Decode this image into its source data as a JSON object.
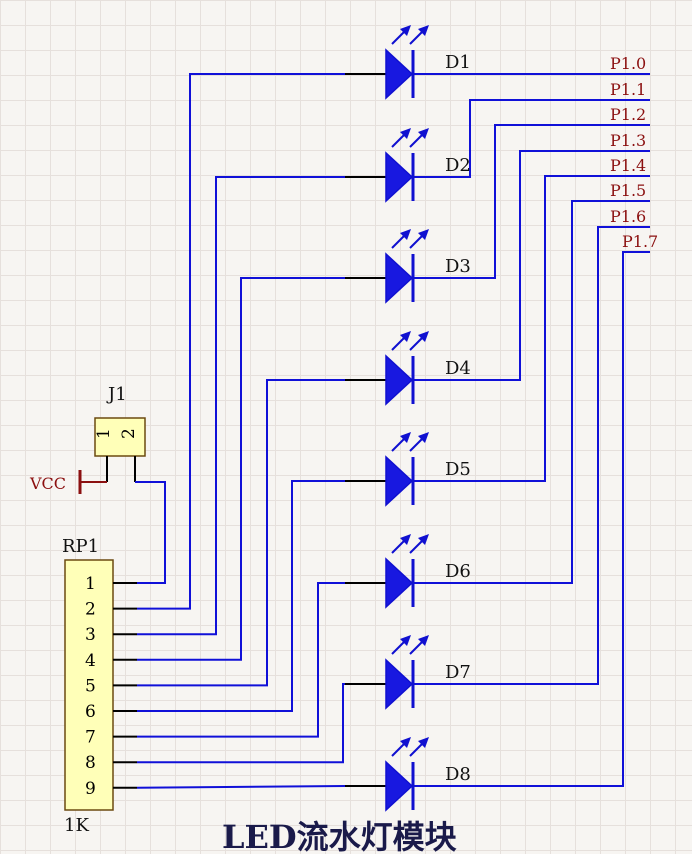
{
  "title": "LED流水灯模块",
  "connector": {
    "ref": "J1",
    "pin1": "1",
    "pin2": "2"
  },
  "power_net": "VCC",
  "resistor_pack": {
    "ref": "RP1",
    "value": "1K",
    "pins": [
      "1",
      "2",
      "3",
      "4",
      "5",
      "6",
      "7",
      "8",
      "9"
    ]
  },
  "leds": [
    "D1",
    "D2",
    "D3",
    "D4",
    "D5",
    "D6",
    "D7",
    "D8"
  ],
  "port_nets": [
    "P1.0",
    "P1.1",
    "P1.2",
    "P1.3",
    "P1.4",
    "P1.5",
    "P1.6",
    "P1.7"
  ],
  "colors": {
    "wire": "#1010d8",
    "net_label": "#8b1010",
    "component_fill": "#ffffb8"
  }
}
